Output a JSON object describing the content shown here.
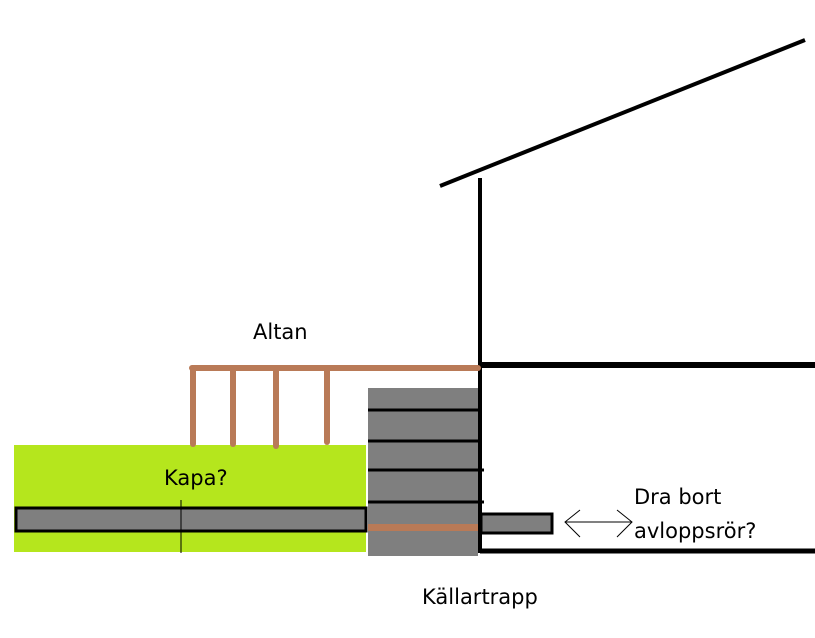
{
  "labels": {
    "deck": "Altan",
    "cut": "Kapa?",
    "remove_line1": "Dra bort",
    "remove_line2": "avloppsrör?",
    "stairs": "Källartrapp"
  },
  "colors": {
    "lawn": "#b5e61d",
    "wood": "#b97a57",
    "concrete": "#7f7f7f",
    "line": "#000000"
  }
}
